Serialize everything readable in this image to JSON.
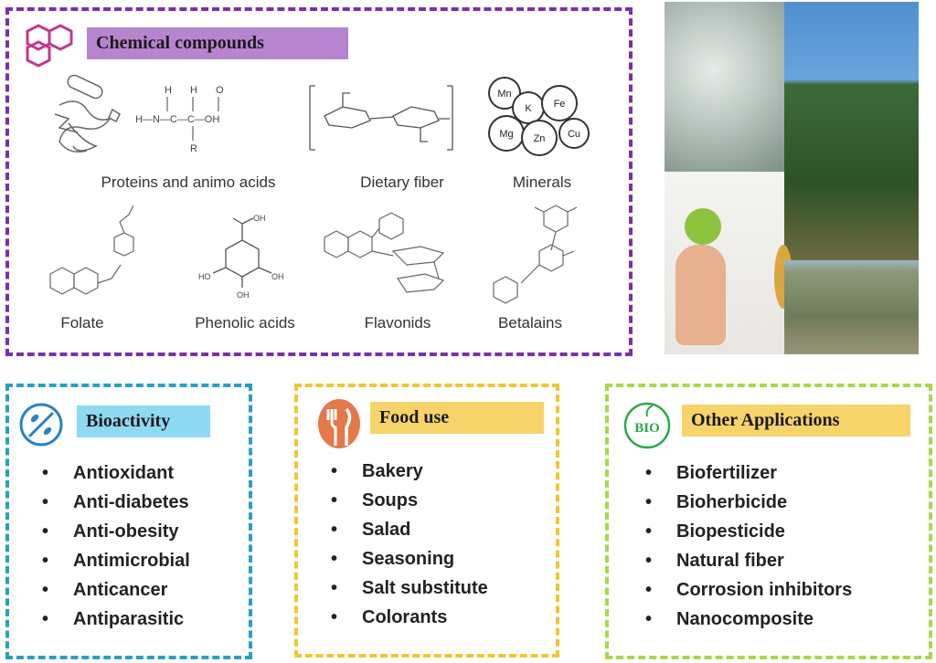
{
  "chemical": {
    "title": "Chemical compounds",
    "labels": [
      "Proteins and animo acids",
      "Dietary fiber",
      "Minerals",
      "Folate",
      "Phenolic acids",
      "Flavonids",
      "Betalains"
    ],
    "minerals": [
      "Mn",
      "K",
      "Fe",
      "Mg",
      "Zn",
      "Cu"
    ]
  },
  "bioactivity": {
    "title": "Bioactivity",
    "items": [
      "Antioxidant",
      "Anti-diabetes",
      "Anti-obesity",
      "Antimicrobial",
      "Anticancer",
      "Antiparasitic"
    ]
  },
  "food": {
    "title": "Food use",
    "items": [
      "Bakery",
      "Soups",
      "Salad",
      "Seasoning",
      "Salt substitute",
      "Colorants"
    ]
  },
  "other": {
    "title": "Other Applications",
    "icon_text": "BIO",
    "items": [
      "Biofertilizer",
      "Bioherbicide",
      "Biopesticide",
      "Natural fiber",
      "Corrosion inhibitors",
      "Nanocomposite"
    ]
  },
  "colors": {
    "chem": "#7b2fa8",
    "chem_header": "#b784cf",
    "bio": "#2a9fc4",
    "bio_header": "#8fd9f2",
    "food": "#f2c531",
    "food_header": "#f7d46a",
    "other": "#a8d84a",
    "other_header": "#f7d46a"
  }
}
